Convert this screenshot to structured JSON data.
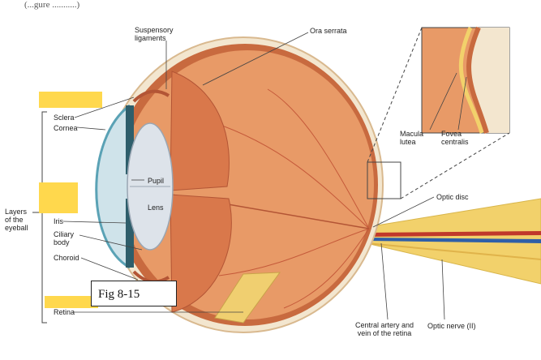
{
  "header_fragment": "(...gure ...........)",
  "figure_caption": "Fig 8-15",
  "labels": {
    "suspensory": "Suspensory\nligaments",
    "ora_serrata": "Ora serrata",
    "sclera": "Sclera",
    "cornea": "Cornea",
    "pupil": "Pupil",
    "lens": "Lens",
    "layers": "Layers\nof the\neyeball",
    "iris": "Iris",
    "ciliary": "Ciliary\nbody",
    "choroid": "Choroid",
    "retina": "Retina",
    "macula": "Macula\nlutea",
    "fovea": "Fovea\ncentralis",
    "optic_disc": "Optic disc",
    "central_artery": "Central artery and\nvein of the retina",
    "optic_nerve": "Optic nerve (II)"
  },
  "colors": {
    "highlight": "#ffd84d",
    "vitreous": "#e89a67",
    "sclera": "#f3e6cf",
    "choroid": "#c86a3f",
    "lens": "#dde3ea",
    "nerve": "#f2d16b",
    "artery": "#c0392b",
    "vein": "#2f5fa8"
  }
}
